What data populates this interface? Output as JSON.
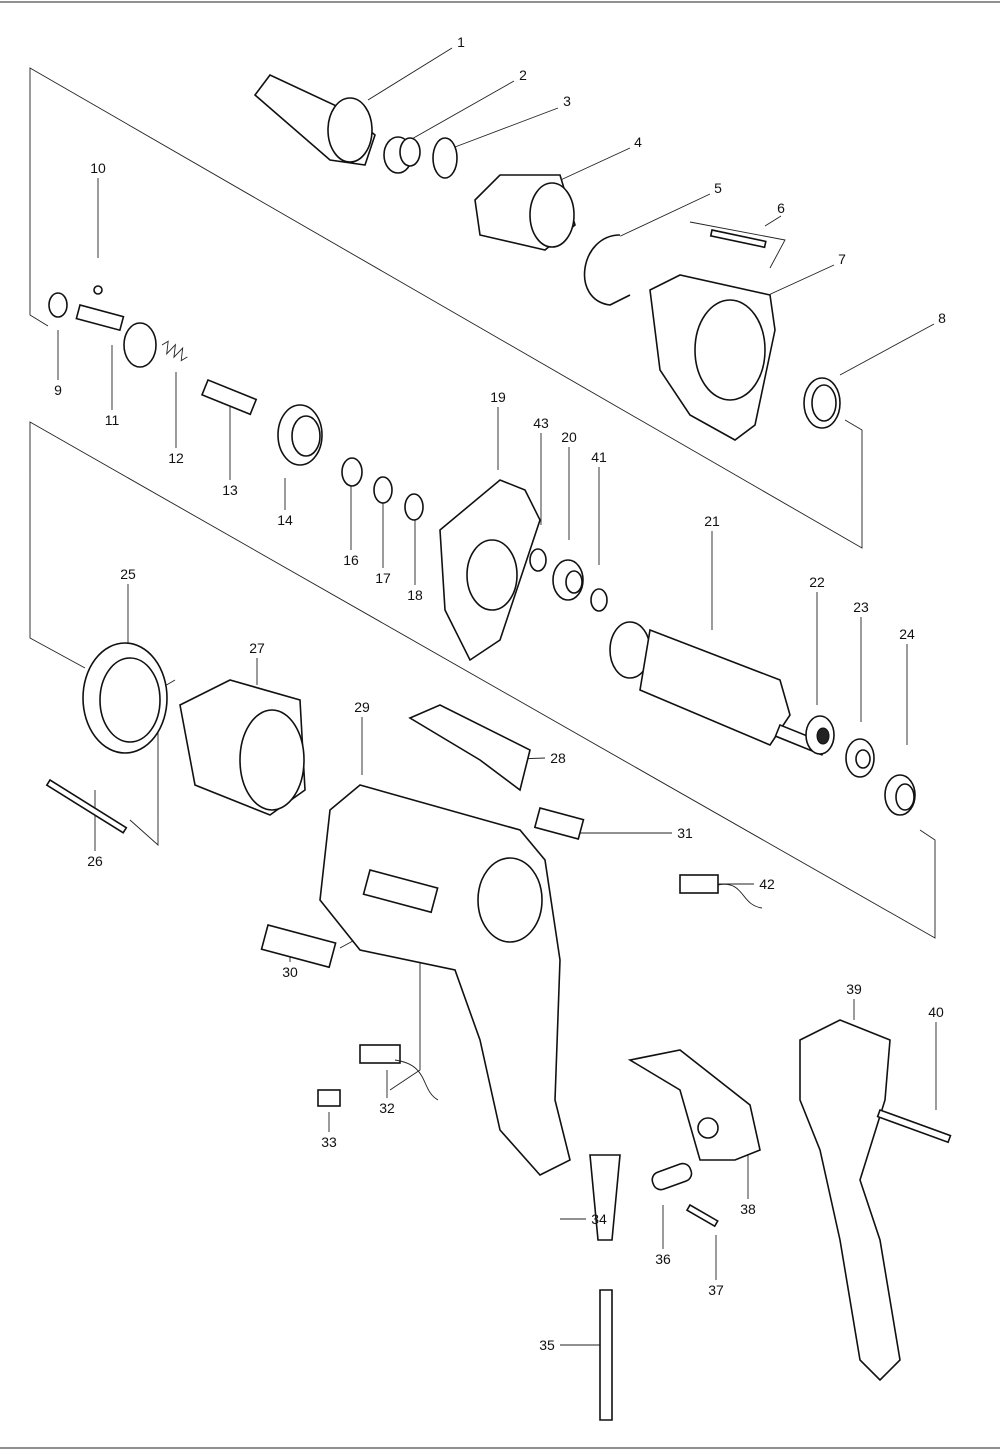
{
  "title": "Exploded parts diagram",
  "labels": {
    "p1": "1",
    "p2": "2",
    "p3": "3",
    "p4": "4",
    "p5": "5",
    "p6": "6",
    "p7": "7",
    "p8": "8",
    "p9": "9",
    "p10": "10",
    "p11": "11",
    "p12": "12",
    "p13": "13",
    "p14": "14",
    "p16": "16",
    "p17": "17",
    "p18": "18",
    "p19": "19",
    "p20": "20",
    "p21": "21",
    "p22": "22",
    "p23": "23",
    "p24": "24",
    "p25": "25",
    "p26": "26",
    "p27": "27",
    "p28": "28",
    "p29": "29",
    "p30": "30",
    "p31": "31",
    "p32": "32",
    "p33": "33",
    "p34": "34",
    "p35": "35",
    "p36": "36",
    "p37": "37",
    "p38": "38",
    "p39": "39",
    "p40": "40",
    "p41": "41",
    "p42": "42",
    "p43": "43"
  }
}
